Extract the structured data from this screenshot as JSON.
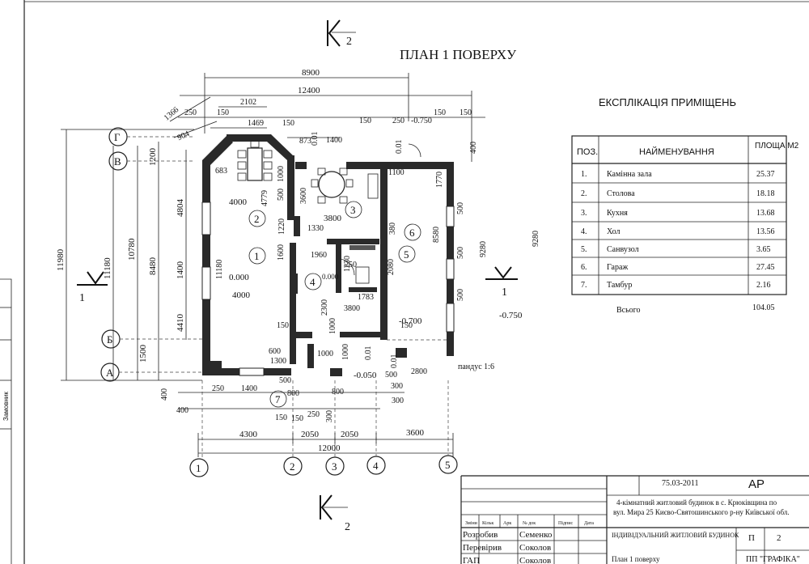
{
  "title": "ПЛАН 1 ПОВЕРХУ",
  "section_marks": {
    "top": "2",
    "bottom": "2",
    "left": "1",
    "right": "1"
  },
  "axes_letters": [
    "Г",
    "В",
    "Б",
    "А"
  ],
  "axes_numbers": [
    "1",
    "2",
    "3",
    "4",
    "5"
  ],
  "rooms": [
    "1",
    "2",
    "3",
    "4",
    "5",
    "6",
    "7"
  ],
  "dims_top": [
    "8900",
    "12400",
    "1366",
    "250",
    "150",
    "2102",
    "1469",
    "150",
    "1400",
    "150",
    "250",
    "-0.750",
    "150",
    "150",
    "904",
    "873",
    "400"
  ],
  "dims_left": [
    "11980",
    "11180",
    "10780",
    "8480",
    "4804",
    "1200",
    "1400",
    "4410",
    "1500",
    "400",
    "400"
  ],
  "dims_inner": [
    "683",
    "4779",
    "1000",
    "500",
    "3600",
    "4000",
    "11180",
    "1220",
    "1330",
    "1600",
    "3800",
    "1960",
    "250",
    "1230",
    "2080",
    "380",
    "8580",
    "1770",
    "500",
    "500",
    "500",
    "9280",
    "9280",
    "4000",
    "2300",
    "3800",
    "150",
    "1000",
    "600",
    "1300",
    "1000",
    "0.01",
    "0.01",
    "150",
    "1000",
    "0.01",
    "1783",
    "1100",
    "0.01",
    "500",
    "1400",
    "800",
    "800",
    "300",
    "250",
    "150",
    "300",
    "500",
    "150",
    "250",
    "2800",
    "300"
  ],
  "dims_bottom": [
    "4300",
    "2050",
    "2050",
    "3600",
    "12000"
  ],
  "levels": [
    "0.000",
    "0.000",
    "-0.700",
    "-0.750",
    "-0.050"
  ],
  "ramp_note": "пандус 1:6",
  "explication": {
    "title": "ЕКСПЛІКАЦІЯ ПРИМІЩЕНЬ",
    "headers": [
      "ПОЗ.",
      "НАЙМЕНУВАННЯ",
      "ПЛОЩА М2"
    ],
    "rows": [
      [
        "1.",
        "Камінна зала",
        "25.37"
      ],
      [
        "2.",
        "Столова",
        "18.18"
      ],
      [
        "3.",
        "Кухня",
        "13.68"
      ],
      [
        "4.",
        "Хол",
        "13.56"
      ],
      [
        "5.",
        "Санвузол",
        "3.65"
      ],
      [
        "6.",
        "Гараж",
        "27.45"
      ],
      [
        "7.",
        "Тамбур",
        "2.16"
      ]
    ],
    "total_label": "Всього",
    "total_value": "104.05"
  },
  "title_block": {
    "date": "75.03-2011",
    "code": "АР",
    "desc1": "4-кімнатний житловий будинок в с. Крюківщина по",
    "desc2": "вул. Мира 25 Києво-Святошинського р-ну Київської обл.",
    "header_cells": [
      "Зміни",
      "Кільк",
      "Арк",
      "№ док",
      "Підпис",
      "Дата"
    ],
    "roles": [
      "Розробив",
      "Перевірив",
      "ГАП"
    ],
    "names": [
      "Семенко",
      "Соколов",
      "Соколов"
    ],
    "building": "ІНДИВІДУАЛЬНИЙ ЖИТЛОВИЙ БУДИНОК",
    "sheet_name": "План 1 поверху",
    "stage": "П",
    "sheet_num": "2",
    "firm": "ПП \"ГРАФІКА\""
  },
  "side_label": "Замовник"
}
